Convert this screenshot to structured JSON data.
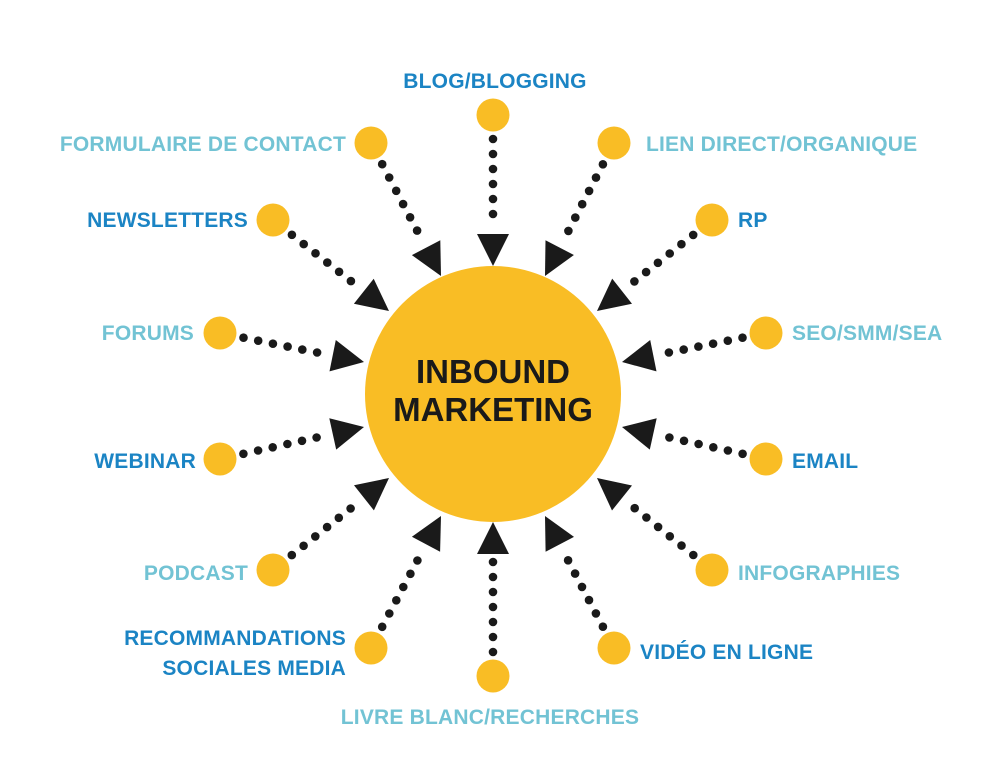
{
  "center": {
    "line1": "INBOUND",
    "line2": "MARKETING",
    "color": "#f9bd25"
  },
  "colors": {
    "node": "#f9bd25",
    "arrow": "#1a1a1a",
    "label_dark": "#1b84c4",
    "label_light": "#72c3d4"
  },
  "channels": [
    {
      "label": "BLOG/BLOGGING",
      "tone": "dark"
    },
    {
      "label": "LIEN DIRECT/ORGANIQUE",
      "tone": "light"
    },
    {
      "label": "RP",
      "tone": "dark"
    },
    {
      "label": "SEO/SMM/SEA",
      "tone": "light"
    },
    {
      "label": "EMAIL",
      "tone": "dark"
    },
    {
      "label": "INFOGRAPHIES",
      "tone": "light"
    },
    {
      "label": "VIDÉO EN LIGNE",
      "tone": "dark"
    },
    {
      "label": "LIVRE BLANC/RECHERCHES",
      "tone": "light"
    },
    {
      "label": "RECOMMANDATIONS SOCIALES MEDIA",
      "lines": [
        "RECOMMANDATIONS",
        "SOCIALES MEDIA"
      ],
      "tone": "dark"
    },
    {
      "label": "PODCAST",
      "tone": "light"
    },
    {
      "label": "WEBINAR",
      "tone": "dark"
    },
    {
      "label": "FORUMS",
      "tone": "light"
    },
    {
      "label": "NEWSLETTERS",
      "tone": "dark"
    },
    {
      "label": "FORMULAIRE DE CONTACT",
      "tone": "light"
    }
  ]
}
